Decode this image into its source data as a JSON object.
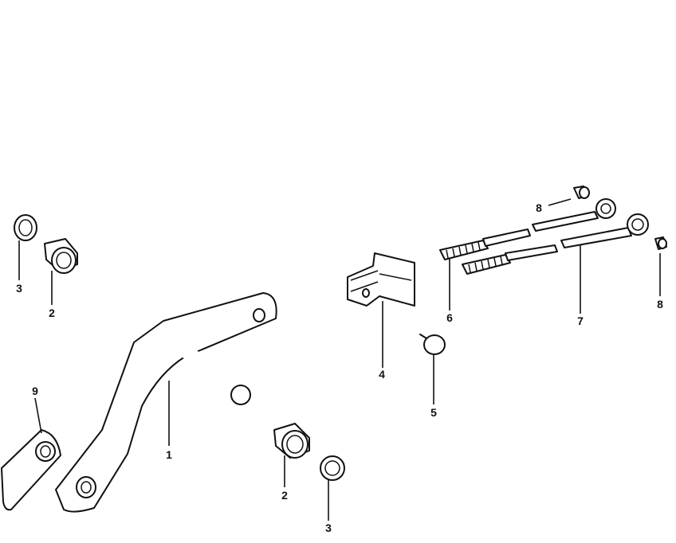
{
  "callouts": [
    "1",
    "2",
    "2",
    "3",
    "3",
    "4",
    "5",
    "6",
    "7",
    "8",
    "8",
    "9"
  ],
  "colors": {
    "line": "#111111",
    "background": "#ffffff"
  }
}
